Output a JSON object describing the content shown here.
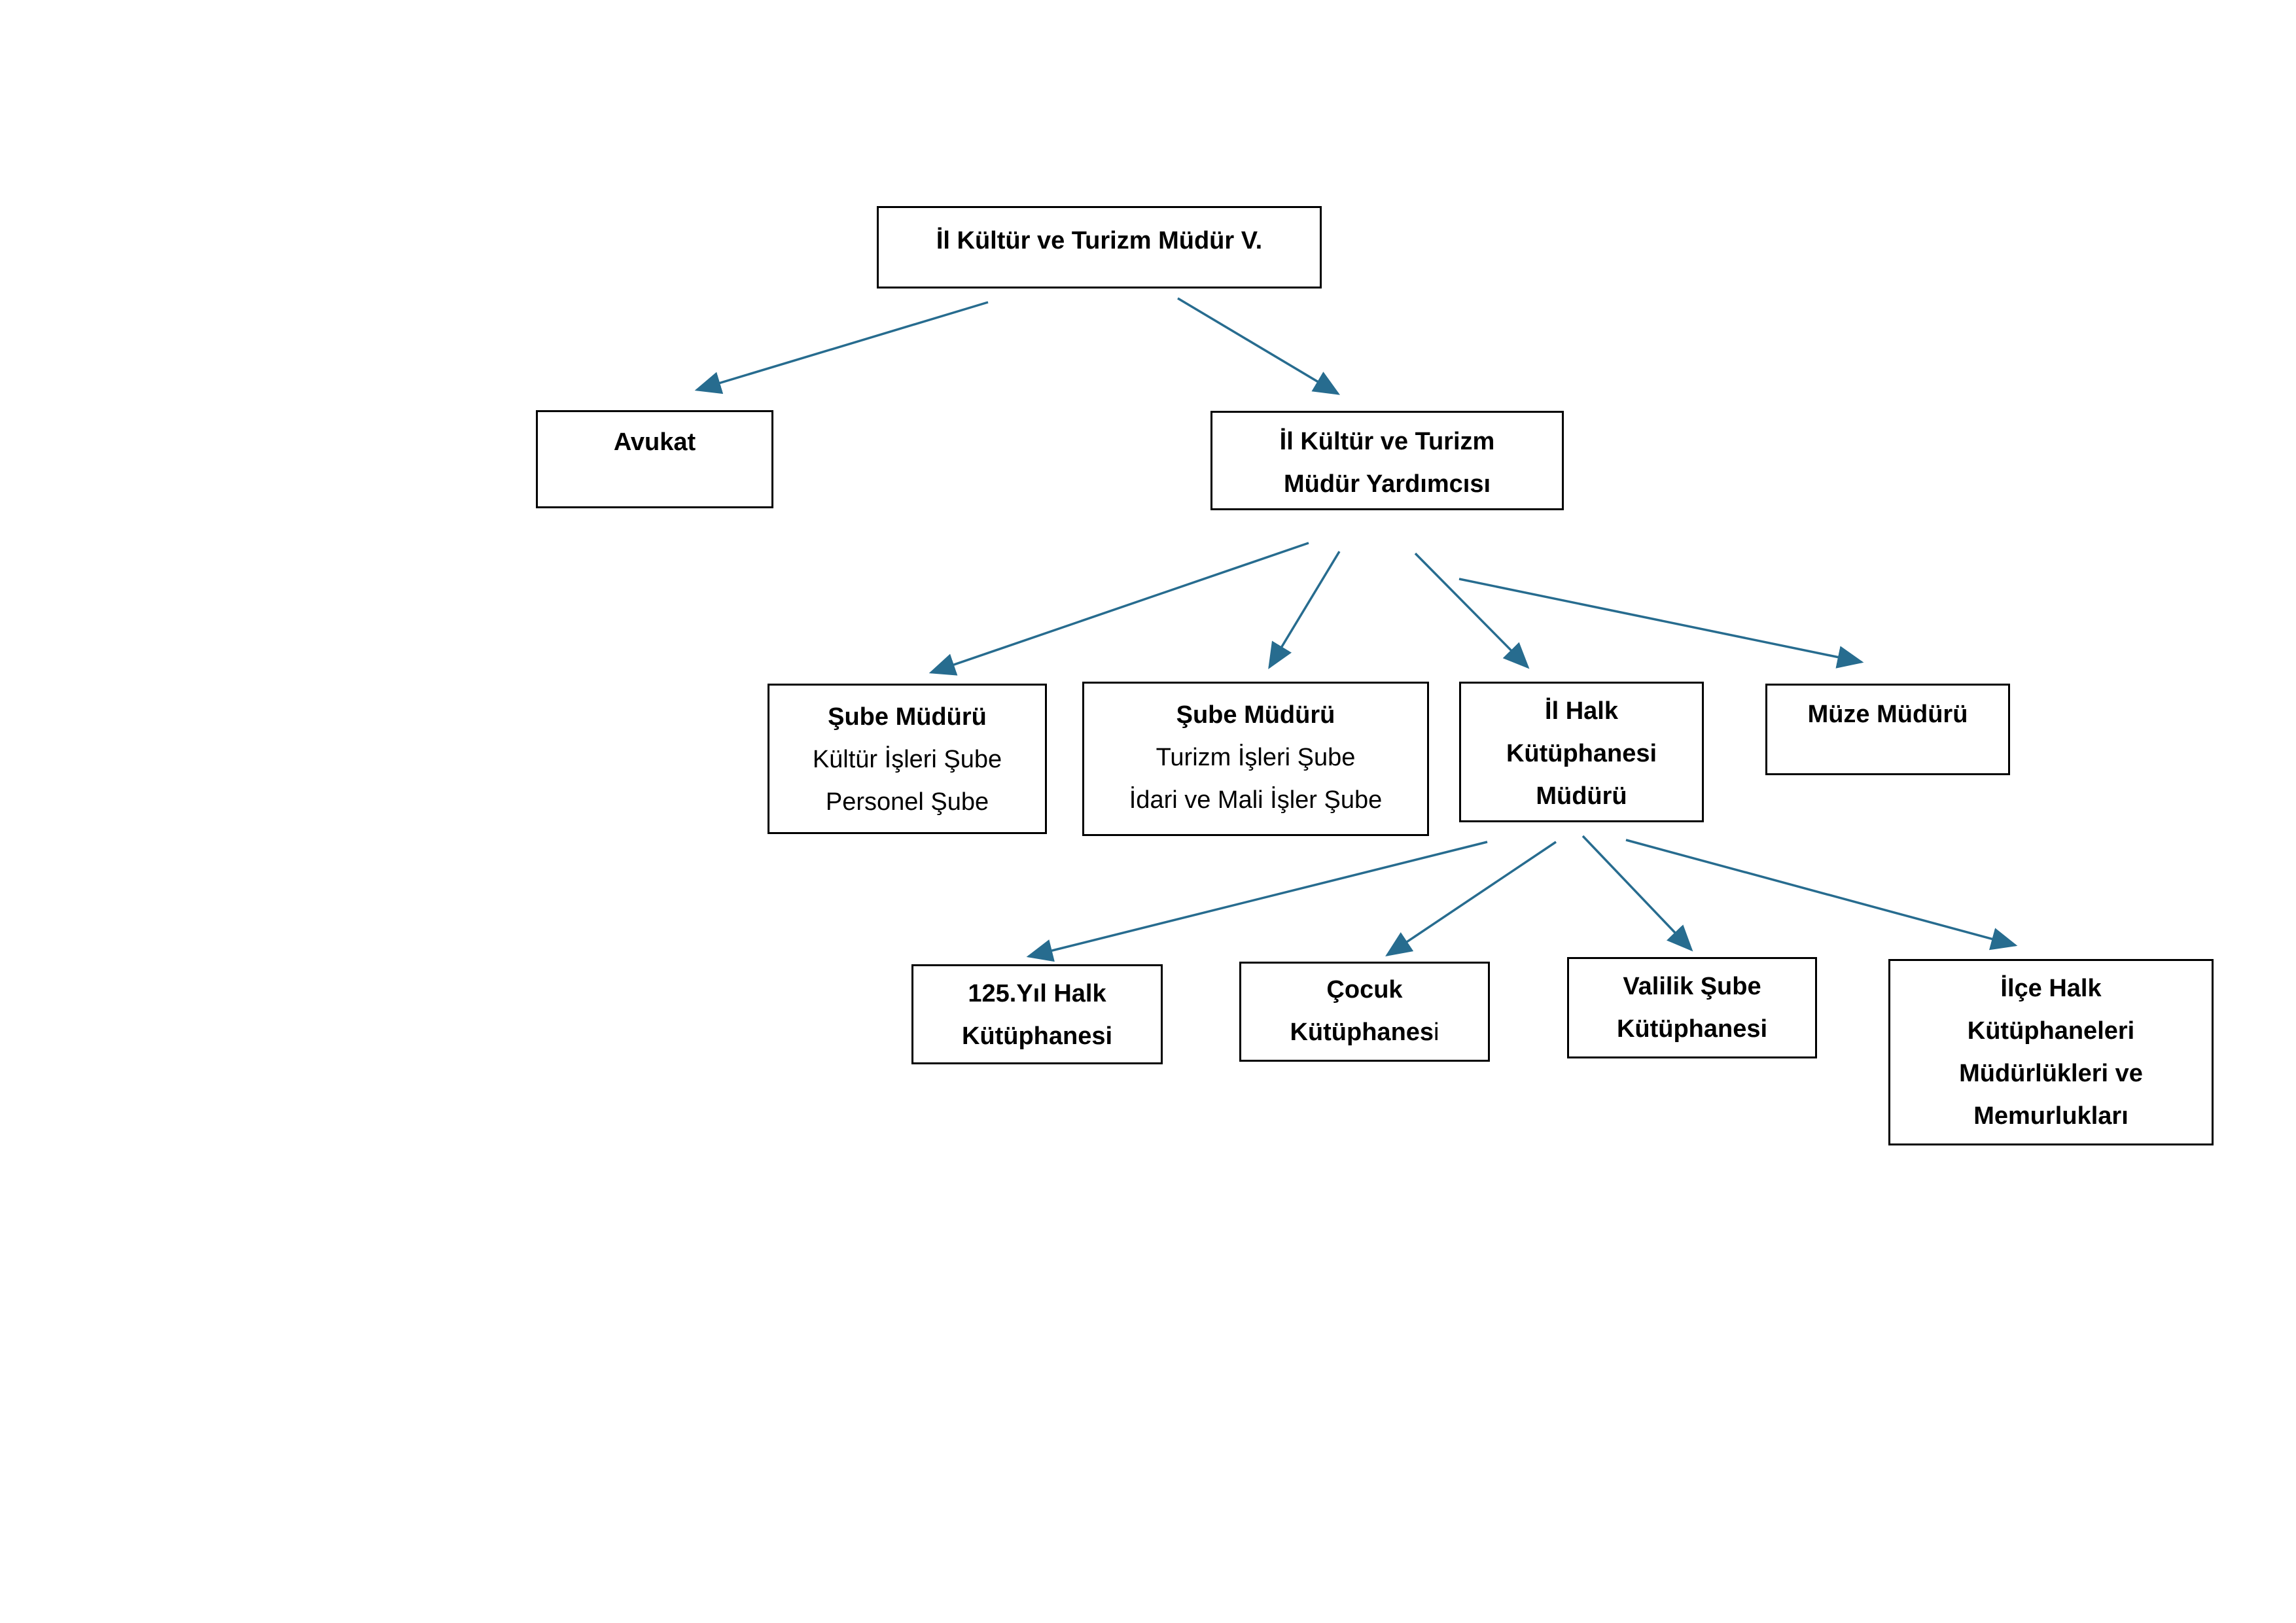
{
  "diagram": {
    "type": "org-chart",
    "colors": {
      "background": "#ffffff",
      "box_fill": "#ffffff",
      "box_border": "#000000",
      "text": "#000000",
      "arrow": "#276C8F"
    },
    "nodes": {
      "mudur_v": {
        "label": "İl Kültür ve Turizm Müdür V."
      },
      "avukat": {
        "label": "Avukat"
      },
      "mudur_yardimcisi": {
        "lines": [
          "İl Kültür ve Turizm",
          "Müdür Yardımcısı"
        ]
      },
      "sube_mudur_kultur": {
        "title": "Şube Müdürü",
        "sublines": [
          "Kültür İşleri Şube",
          "Personel Şube"
        ]
      },
      "sube_mudur_turizm": {
        "title": "Şube Müdürü",
        "sublines": [
          "Turizm İşleri Şube",
          "İdari ve Mali İşler Şube"
        ]
      },
      "il_halk_kutuphanesi_muduru": {
        "lines": [
          "İl Halk",
          "Kütüphanesi",
          "Müdürü"
        ]
      },
      "muze_muduru": {
        "label": "Müze Müdürü"
      },
      "yil_125_halk_kutuphanesi": {
        "lines": [
          "125.Yıl Halk",
          "Kütüphanesi"
        ]
      },
      "cocuk_kutuphanesi": {
        "line1": "Çocuk",
        "line2_bold": "Kütüphanes",
        "line2_regular": "i"
      },
      "valilik_sube_kutuphanesi": {
        "lines": [
          "Valilik Şube",
          "Kütüphanesi"
        ]
      },
      "ilce_halk": {
        "lines": [
          "İlçe Halk",
          "Kütüphaneleri",
          "Müdürlükleri ve",
          "Memurlukları"
        ]
      }
    },
    "edges": [
      {
        "from": "mudur_v",
        "to": "avukat"
      },
      {
        "from": "mudur_v",
        "to": "mudur_yardimcisi"
      },
      {
        "from": "mudur_yardimcisi",
        "to": "sube_mudur_kultur"
      },
      {
        "from": "mudur_yardimcisi",
        "to": "sube_mudur_turizm"
      },
      {
        "from": "mudur_yardimcisi",
        "to": "il_halk_kutuphanesi_muduru"
      },
      {
        "from": "mudur_yardimcisi",
        "to": "muze_muduru"
      },
      {
        "from": "il_halk_kutuphanesi_muduru",
        "to": "yil_125_halk_kutuphanesi"
      },
      {
        "from": "il_halk_kutuphanesi_muduru",
        "to": "cocuk_kutuphanesi"
      },
      {
        "from": "il_halk_kutuphanesi_muduru",
        "to": "valilik_sube_kutuphanesi"
      },
      {
        "from": "il_halk_kutuphanesi_muduru",
        "to": "ilce_halk"
      }
    ]
  }
}
